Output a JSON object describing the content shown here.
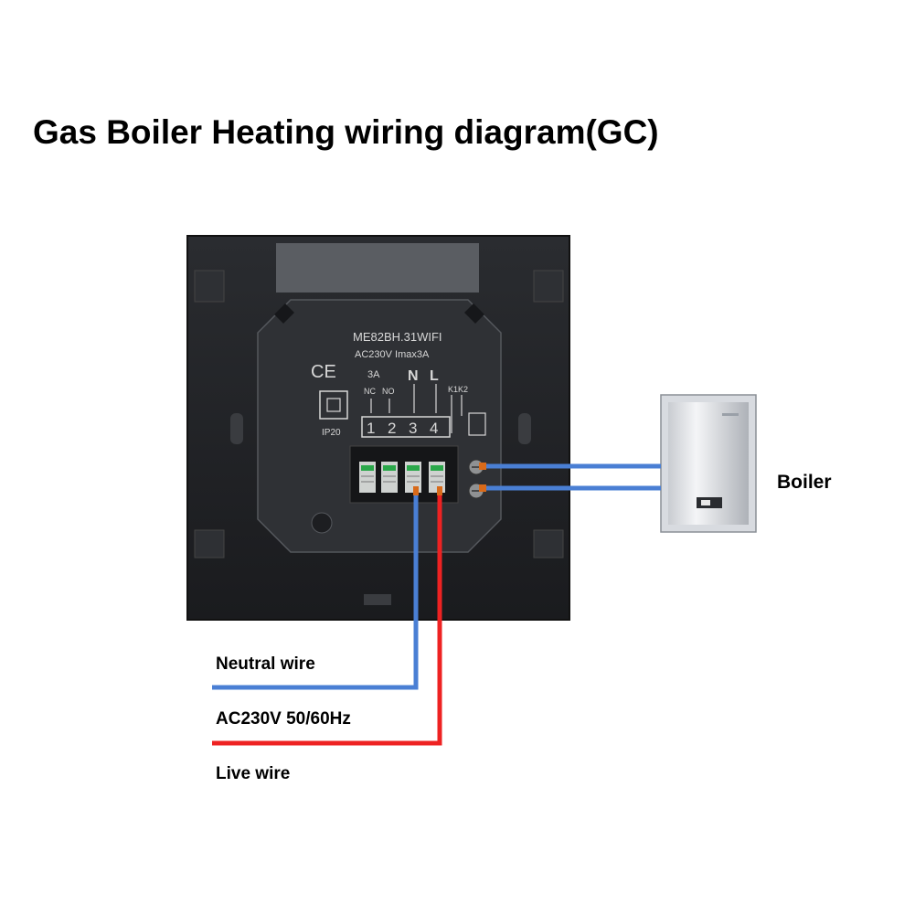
{
  "title": "Gas Boiler Heating wiring diagram(GC)",
  "device": {
    "model": "ME82BH.31WIFI",
    "rating": "AC230V Imax3A",
    "ce_mark": "CE",
    "ip_rating": "IP20",
    "relay_current": "3A",
    "contact_labels": [
      "NC",
      "NO"
    ],
    "n_label": "N",
    "l_label": "L",
    "k_label": "K1K2",
    "terminal_numbers": [
      "1",
      "2",
      "3",
      "4"
    ]
  },
  "boiler": {
    "label": "Boiler"
  },
  "wires": {
    "neutral_label": "Neutral wire",
    "supply_label": "AC230V 50/60Hz",
    "live_label": "Live wire",
    "neutral_color": "#4a7fd4",
    "live_color": "#ee2222",
    "boiler_wire_color": "#4a7fd4"
  }
}
